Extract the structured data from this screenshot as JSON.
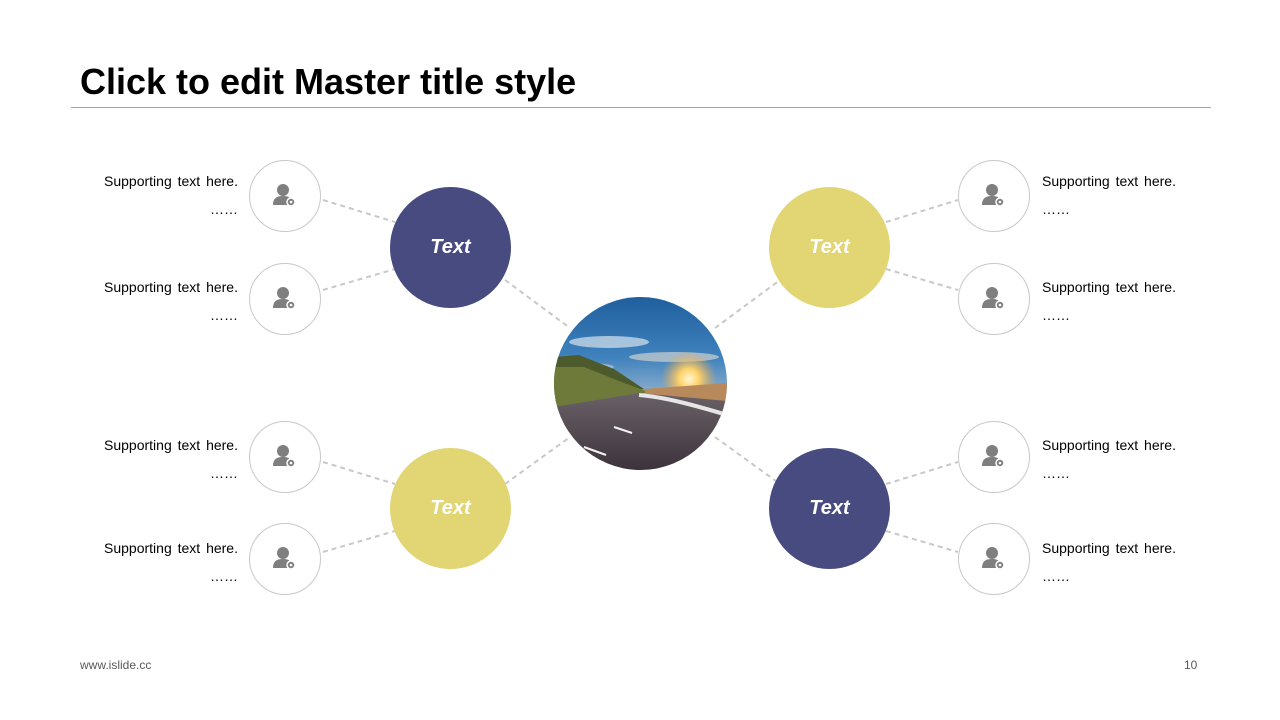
{
  "slide": {
    "title": "Click to edit Master title style",
    "footer_url": "www.islide.cc",
    "page_number": "10"
  },
  "colors": {
    "navy": "#474b80",
    "yellow": "#e2d573",
    "connector": "#c8c8c8",
    "leaf_icon": "#7f7f7f"
  },
  "hubs": [
    {
      "label": "Text",
      "color": "navy"
    },
    {
      "label": "Text",
      "color": "yellow"
    },
    {
      "label": "Text",
      "color": "yellow"
    },
    {
      "label": "Text",
      "color": "navy"
    }
  ],
  "supporting_items": [
    {
      "text": "Supporting text here.",
      "ellipsis": "……",
      "icon": "user-settings-icon"
    },
    {
      "text": "Supporting text here.",
      "ellipsis": "……",
      "icon": "user-settings-icon"
    },
    {
      "text": "Supporting text here.",
      "ellipsis": "……",
      "icon": "user-settings-icon"
    },
    {
      "text": "Supporting text here.",
      "ellipsis": "……",
      "icon": "user-settings-icon"
    },
    {
      "text": "Supporting text here.",
      "ellipsis": "……",
      "icon": "user-settings-icon"
    },
    {
      "text": "Supporting text here.",
      "ellipsis": "……",
      "icon": "user-settings-icon"
    },
    {
      "text": "Supporting text here.",
      "ellipsis": "……",
      "icon": "user-settings-icon"
    },
    {
      "text": "Supporting text here.",
      "ellipsis": "……",
      "icon": "user-settings-icon"
    }
  ],
  "center_image": "road-sunset-photo"
}
